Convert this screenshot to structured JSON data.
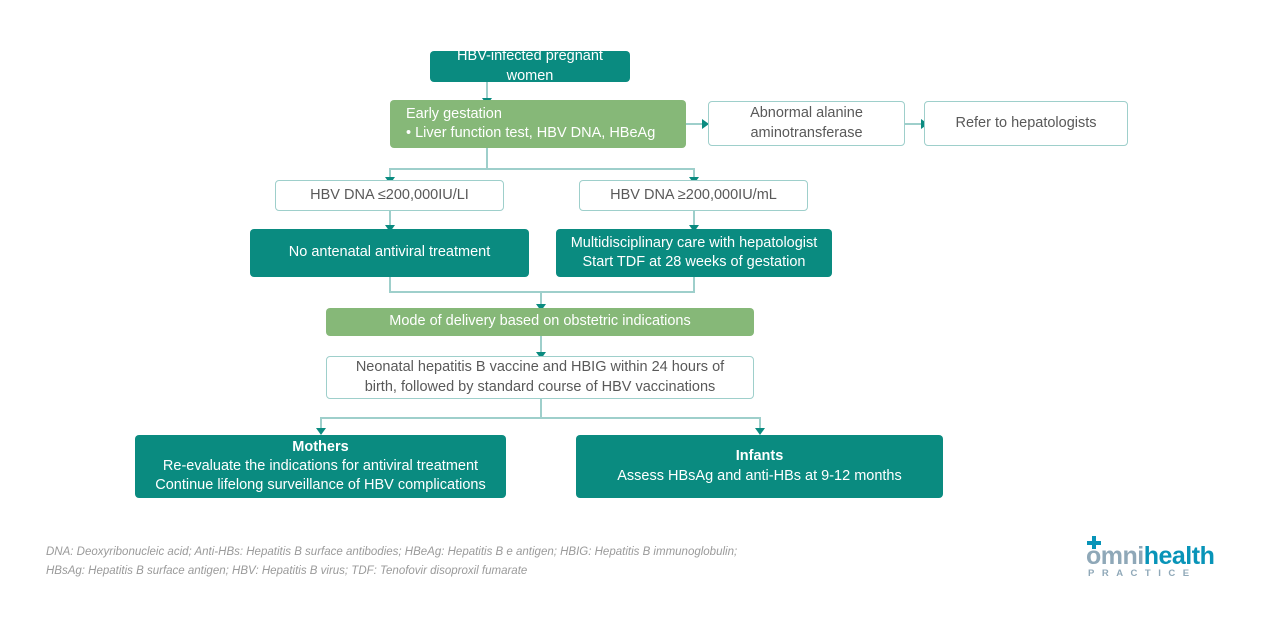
{
  "diagram": {
    "title": "HBV-infected pregnant women management flowchart",
    "colors": {
      "teal": "#0a8b80",
      "green": "#86b878",
      "connector": "#9ecfcb",
      "text_gray": "#595959",
      "footnote_gray": "#9a9a9a"
    },
    "nodes": {
      "root": "HBV-infected pregnant women",
      "early_gestation_line1": "Early gestation",
      "early_gestation_line2": "• Liver function test, HBV DNA, HBeAg",
      "abnormal_alt_line1": "Abnormal alanine",
      "abnormal_alt_line2": "aminotransferase",
      "refer_hepatologists": "Refer to hepatologists",
      "dna_low": "HBV DNA ≤200,000IU/LI",
      "dna_high": "HBV DNA ≥200,000IU/mL",
      "no_antiviral": "No antenatal antiviral treatment",
      "multidisciplinary_line1": "Multidisciplinary care with hepatologist",
      "multidisciplinary_line2": "Start TDF at 28 weeks of gestation",
      "mode_of_delivery": "Mode of delivery based on obstetric indications",
      "neonatal_line1": "Neonatal hepatitis B vaccine and HBIG within 24 hours of",
      "neonatal_line2": "birth, followed by standard course of HBV vaccinations",
      "mothers_title": "Mothers",
      "mothers_line1": "Re-evaluate the indications for antiviral treatment",
      "mothers_line2": "Continue lifelong surveillance of HBV complications",
      "infants_title": "Infants",
      "infants_line1": "Assess HBsAg and anti-HBs at 9-12 months"
    }
  },
  "footnote": {
    "line1": "DNA: Deoxyribonucleic acid; Anti-HBs: Hepatitis B surface antibodies; HBeAg: Hepatitis B e antigen; HBIG: Hepatitis B immunoglobulin;",
    "line2": "HBsAg: Hepatitis B surface antigen; HBV: Hepatitis B virus; TDF: Tenofovir disoproxil fumarate"
  },
  "logo": {
    "omni": "omni",
    "health": "health",
    "practice": "PRACTICE"
  }
}
